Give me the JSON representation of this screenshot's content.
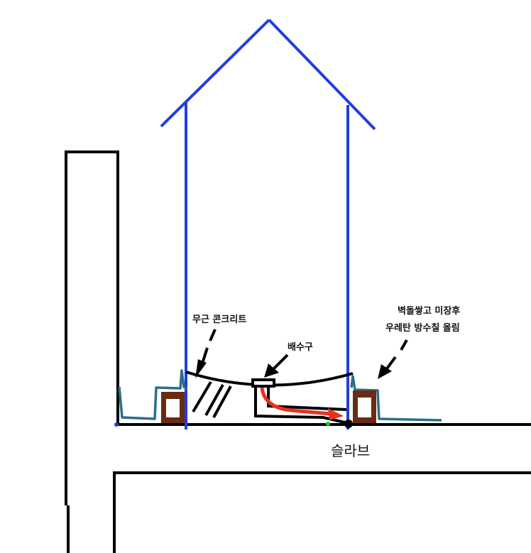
{
  "labels": {
    "unreinforced_concrete": "무근 콘크리트",
    "drain": "배수구",
    "waterproofing_line1": "벽돌쌓고 미장후",
    "waterproofing_line2": "우레탄 방수칠 올림",
    "slab": "슬라브"
  },
  "colors": {
    "structure": "#000000",
    "roof_guide": "#1f3fe0",
    "waterproofing": "#2a6f8a",
    "brick_fill": "#6b2a12",
    "flow_arrow": "#e8321e"
  }
}
